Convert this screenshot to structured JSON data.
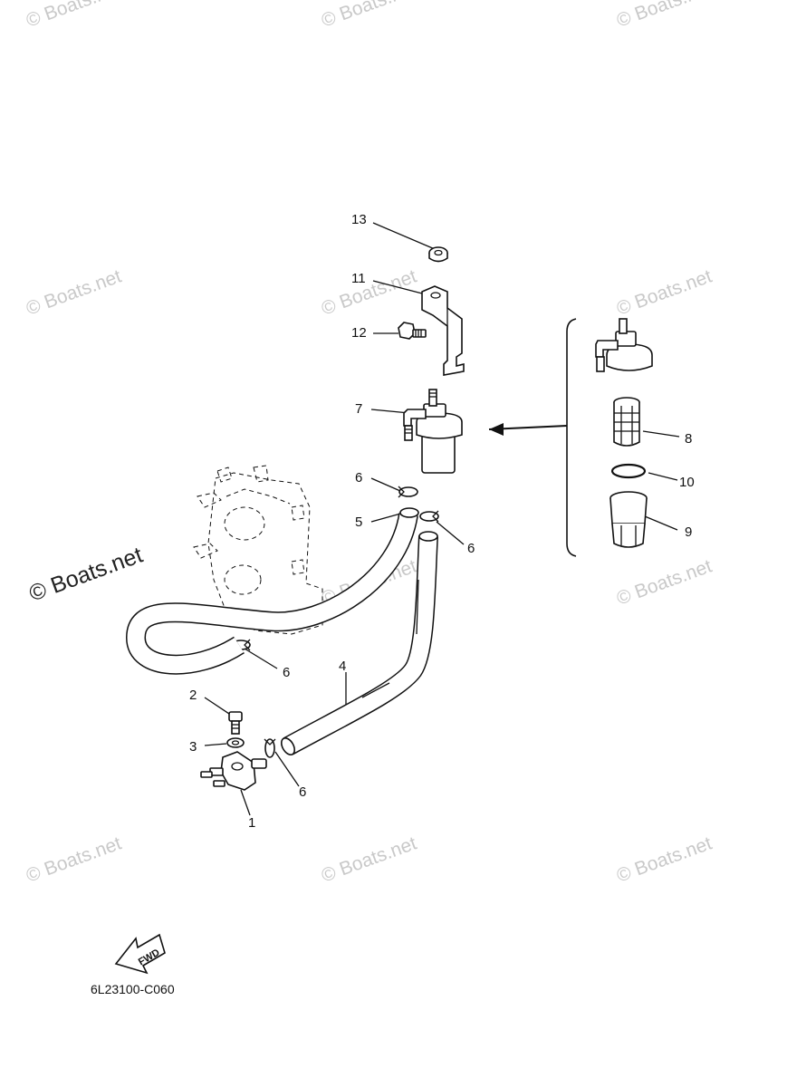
{
  "watermark": {
    "small_text": "© Boats.net",
    "large_text": "© Boats.net"
  },
  "part_numbers": {
    "p1": "1",
    "p2": "2",
    "p3": "3",
    "p4": "4",
    "p5": "5",
    "p6a": "6",
    "p6b": "6",
    "p6c": "6",
    "p6d": "6",
    "p7": "7",
    "p8": "8",
    "p9": "9",
    "p10": "10",
    "p11": "11",
    "p12": "12",
    "p13": "13"
  },
  "fwd_label": "FWD",
  "diagram_code": "6L23100-C060",
  "icons": {
    "fwd": "forward-arrow-icon"
  }
}
